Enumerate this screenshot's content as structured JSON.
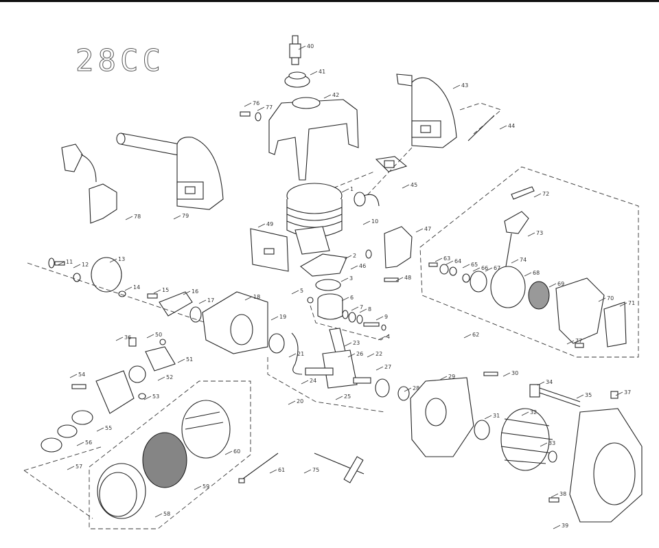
{
  "diagram": {
    "title": "28CC",
    "part_labels": [
      "40",
      "41",
      "42",
      "43",
      "44",
      "45",
      "76",
      "77",
      "78",
      "79",
      "49",
      "1",
      "10",
      "47",
      "46",
      "48",
      "2",
      "3",
      "5",
      "6",
      "7",
      "8",
      "9",
      "4",
      "11",
      "12",
      "13",
      "14",
      "15",
      "16",
      "17",
      "18",
      "19",
      "36",
      "50",
      "51",
      "52",
      "53",
      "54",
      "55",
      "56",
      "57",
      "58",
      "59",
      "60",
      "61",
      "20",
      "21",
      "23",
      "24",
      "25",
      "26",
      "22",
      "27",
      "28",
      "29",
      "30",
      "31",
      "32",
      "33",
      "34",
      "35",
      "37",
      "38",
      "39",
      "75",
      "62",
      "63",
      "64",
      "65",
      "66",
      "67",
      "68",
      "69",
      "70",
      "71",
      "72",
      "73",
      "74",
      "77"
    ]
  }
}
